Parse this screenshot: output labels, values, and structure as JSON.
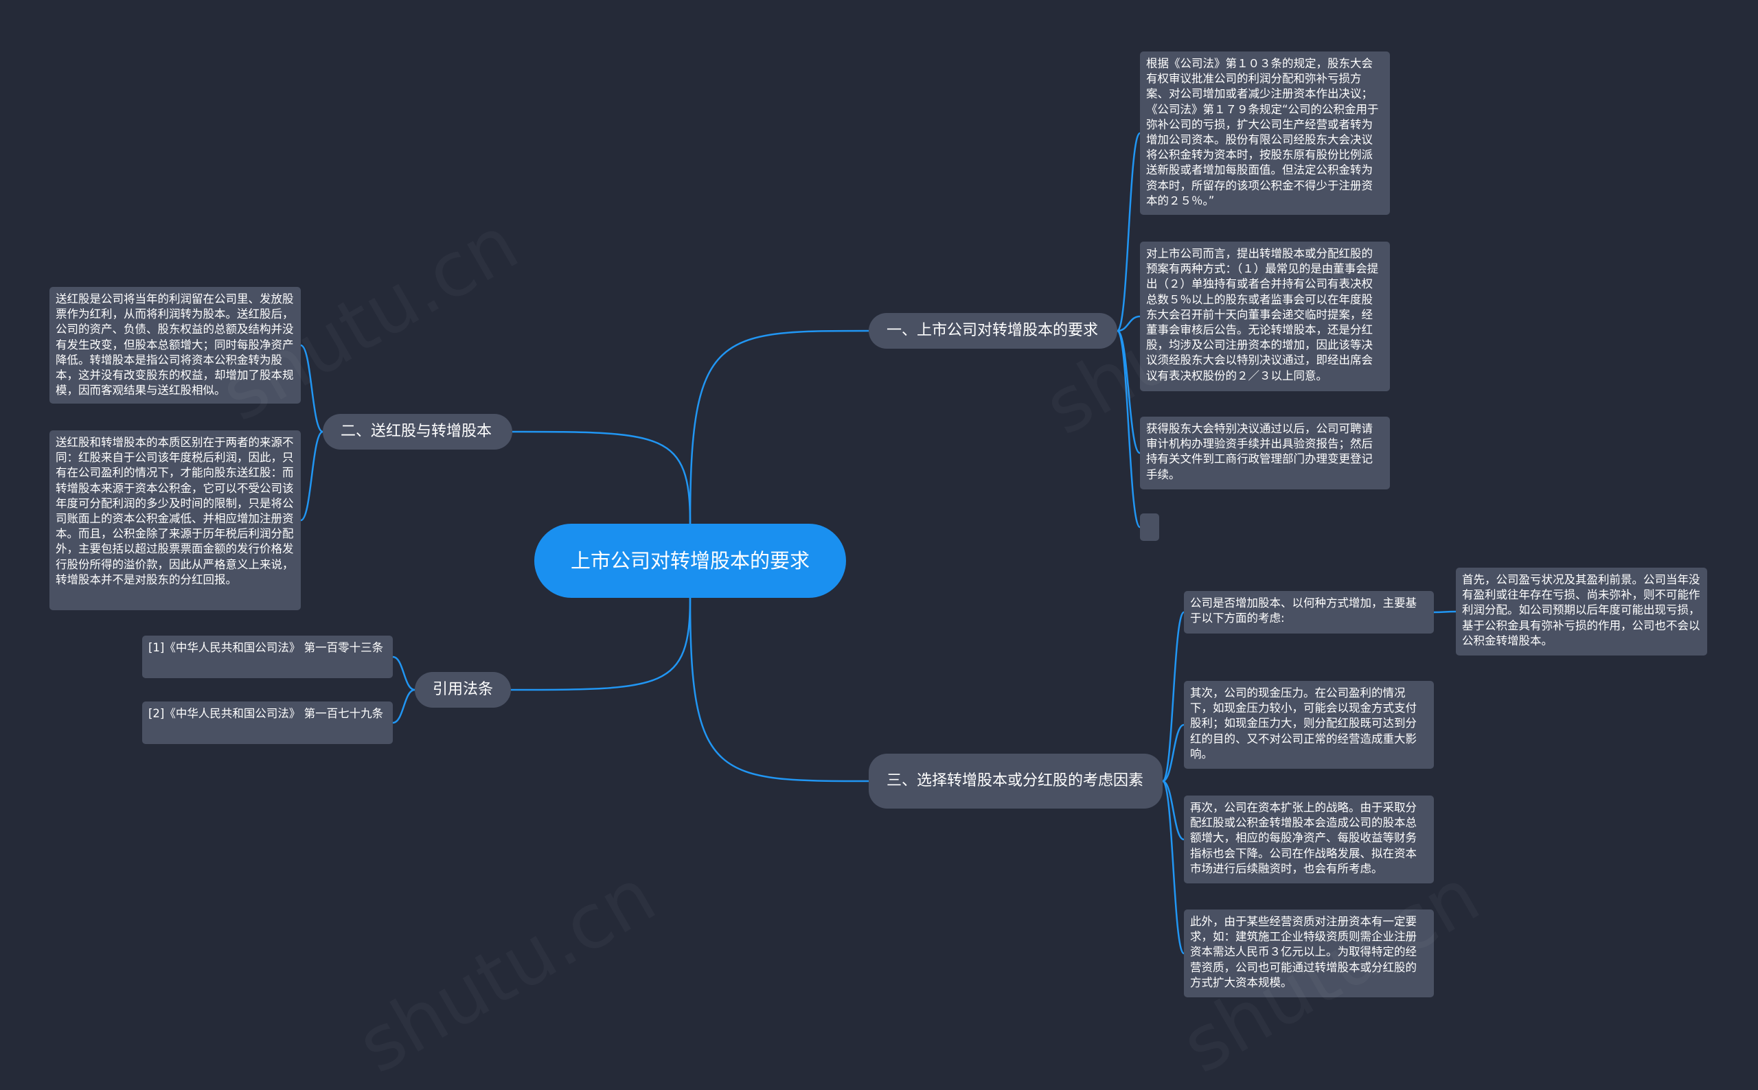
{
  "watermark": "shutu.cn",
  "colors": {
    "background": "#252a38",
    "root": "#1a90f0",
    "node": "#4a5163",
    "edge": "#2196f3"
  },
  "root": {
    "label": "上市公司对转增股本的要求"
  },
  "branches": {
    "b1": {
      "label": "一、上市公司对转增股本的要求",
      "leaves": [
        "根据《公司法》第１０３条的规定，股东大会有权审议批准公司的利润分配和弥补亏损方案、对公司增加或者减少注册资本作出决议；《公司法》第１７９条规定“公司的公积金用于弥补公司的亏损，扩大公司生产经营或者转为增加公司资本。股份有限公司经股东大会决议将公积金转为资本时，按股东原有股份比例派送新股或者增加每股面值。但法定公积金转为资本时，所留存的该项公积金不得少于注册资本的２５％。”",
        "对上市公司而言，提出转增股本或分配红股的预案有两种方式：（１）最常见的是由董事会提出（２）单独持有或者合并持有公司有表决权总数５％以上的股东或者监事会可以在年度股东大会召开前十天向董事会递交临时提案，经董事会审核后公告。无论转增股本，还是分红股，均涉及公司注册资本的增加，因此该等决议须经股东大会以特别决议通过，即经出席会议有表决权股份的２／３以上同意。",
        "获得股东大会特别决议通过以后，公司可聘请审计机构办理验资手续并出具验资报告；然后持有关文件到工商行政管理部门办理变更登记手续。",
        ""
      ]
    },
    "b2": {
      "label": "二、送红股与转增股本",
      "leaves": [
        "送红股是公司将当年的利润留在公司里、发放股票作为红利，从而将利润转为股本。送红股后，公司的资产、负债、股东权益的总额及结构并没有发生改变，但股本总额增大；同时每股净资产降低。转增股本是指公司将资本公积金转为股本，这并没有改变股东的权益，却增加了股本规模，因而客观结果与送红股相似。",
        "送红股和转增股本的本质区别在于两者的来源不同：红股来自于公司该年度税后利润，因此，只有在公司盈利的情况下，才能向股东送红股：而转增股本来源于资本公积金，它可以不受公司该年度可分配利润的多少及时间的限制，只是将公司账面上的资本公积金减低、并相应增加注册资本。而且，公积金除了来源于历年税后利润分配外，主要包括以超过股票票面金额的发行价格发行股份所得的溢价款，因此从严格意义上来说，转增股本并不是对股东的分红回报。"
      ]
    },
    "b3": {
      "label": "引用法条",
      "leaves": [
        "[1]《中华人民共和国公司法》 第一百零十三条",
        "[2]《中华人民共和国公司法》 第一百七十九条"
      ]
    },
    "b4": {
      "label": "三、选择转增股本或分红股的考虑因素",
      "leaves": [
        "公司是否增加股本、以何种方式增加，主要基于以下方面的考虑:",
        "其次，公司的现金压力。在公司盈利的情况下，如现金压力较小，可能会以现金方式支付股利；如现金压力大，则分配红股既可达到分红的目的、又不对公司正常的经营造成重大影响。",
        "再次，公司在资本扩张上的战略。由于采取分配红股或公积金转增股本会造成公司的股本总额增大，相应的每股净资产、每股收益等财务指标也会下降。公司在作战略发展、拟在资本市场进行后续融资时，也会有所考虑。",
        "此外，由于某些经营资质对注册资本有一定要求，如：建筑施工企业特级资质则需企业注册资本需达人民币３亿元以上。为取得特定的经营资质，公司也可能通过转增股本或分红股的方式扩大资本规模。"
      ],
      "sub": "首先，公司盈亏状况及其盈利前景。公司当年没有盈利或往年存在亏损、尚未弥补，则不可能作利润分配。如公司预期以后年度可能出现亏损，基于公积金具有弥补亏损的作用，公司也不会以公积金转增股本。"
    }
  }
}
